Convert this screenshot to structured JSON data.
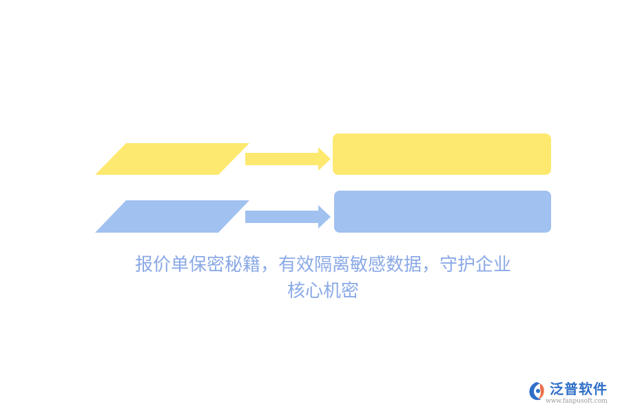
{
  "diagram": {
    "rows": [
      {
        "id": "row-1",
        "color": "#fde96f",
        "shape_text": "",
        "box_text": ""
      },
      {
        "id": "row-2",
        "color": "#a1c1f0",
        "shape_text": "",
        "box_text": ""
      }
    ]
  },
  "caption": {
    "line1": "报价单保密秘籍，有效隔离敏感数据，守护企业",
    "line2": "核心机密"
  },
  "logo": {
    "name": "泛普软件",
    "url": "www.fanpusoft.com",
    "accent_color": "#2f6fc8",
    "secondary_color": "#e8704a"
  }
}
